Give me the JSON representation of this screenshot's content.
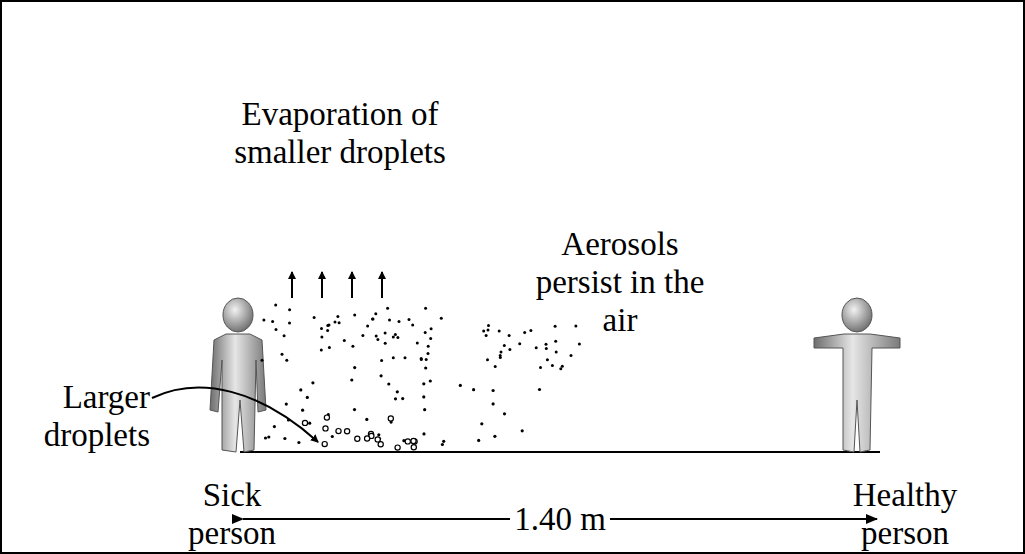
{
  "diagram": {
    "labels": [
      "Evaporation of smaller droplets",
      "Aerosols persist in the air",
      "Larger droplets",
      "Sick person",
      "1.40 m",
      "Healthy person"
    ]
  }
}
